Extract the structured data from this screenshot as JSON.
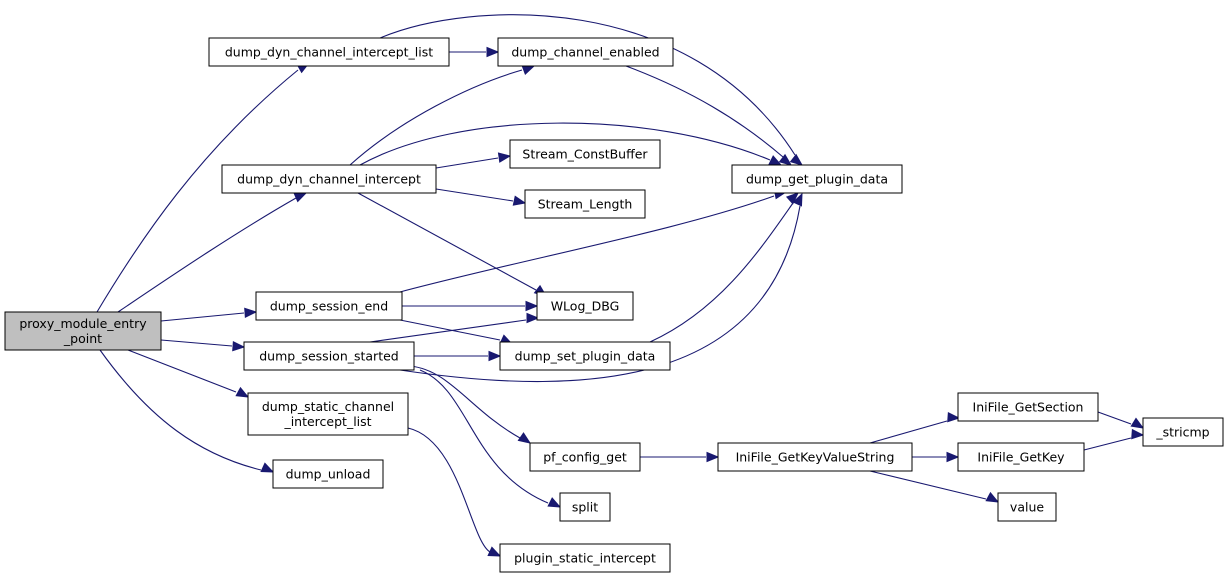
{
  "nodes": {
    "proxy_module_entry_point": [
      "proxy_module_entry",
      "_point"
    ],
    "dump_dyn_channel_intercept_list": [
      "dump_dyn_channel_intercept_list"
    ],
    "dump_channel_enabled": [
      "dump_channel_enabled"
    ],
    "dump_dyn_channel_intercept": [
      "dump_dyn_channel_intercept"
    ],
    "Stream_ConstBuffer": [
      "Stream_ConstBuffer"
    ],
    "Stream_Length": [
      "Stream_Length"
    ],
    "dump_get_plugin_data": [
      "dump_get_plugin_data"
    ],
    "dump_session_end": [
      "dump_session_end"
    ],
    "WLog_DBG": [
      "WLog_DBG"
    ],
    "dump_session_started": [
      "dump_session_started"
    ],
    "dump_set_plugin_data": [
      "dump_set_plugin_data"
    ],
    "dump_static_channel_intercept_list": [
      "dump_static_channel",
      "_intercept_list"
    ],
    "dump_unload": [
      "dump_unload"
    ],
    "pf_config_get": [
      "pf_config_get"
    ],
    "IniFile_GetKeyValueString": [
      "IniFile_GetKeyValueString"
    ],
    "IniFile_GetSection": [
      "IniFile_GetSection"
    ],
    "IniFile_GetKey": [
      "IniFile_GetKey"
    ],
    "_stricmp": [
      "_stricmp"
    ],
    "value": [
      "value"
    ],
    "split": [
      "split"
    ],
    "plugin_static_intercept": [
      "plugin_static_intercept"
    ]
  },
  "colors": {
    "edge": "#191970",
    "root_fill": "#bfbfbf",
    "node_fill": "#ffffff",
    "node_stroke": "#000000"
  }
}
